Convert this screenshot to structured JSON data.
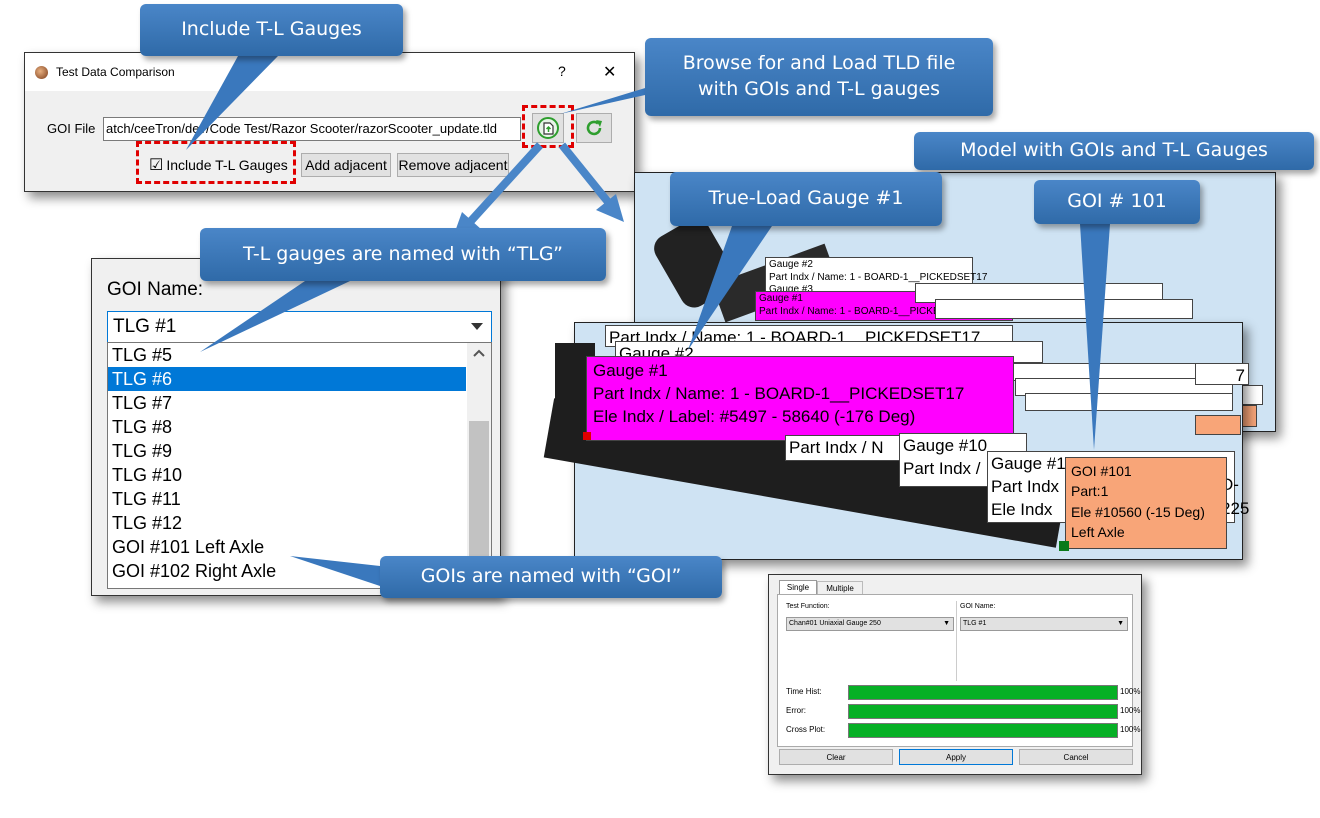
{
  "callouts": {
    "include_tl": "Include T-L Gauges",
    "browse_line1": "Browse for and Load TLD file",
    "browse_line2": "with GOIs and T-L gauges",
    "model": "Model with GOIs and T-L Gauges",
    "true_load": "True-Load Gauge #1",
    "goi101": "GOI # 101",
    "tl_named": "T-L gauges are named with “TLG”",
    "goi_named": "GOIs are named with “GOI”"
  },
  "dialog": {
    "title": "Test Data Comparison",
    "help": "?",
    "close": "✕",
    "goi_file_label": "GOI File",
    "goi_file_value": "atch/ceeTron/dev/Code Test/Razor Scooter/razorScooter_update.tld",
    "include_tl_label": "Include T-L Gauges",
    "include_checked": "☑",
    "add_adjacent": "Add adjacent",
    "remove_adjacent": "Remove adjacent"
  },
  "dropdown": {
    "label": "GOI Name:",
    "selected": "TLG #1",
    "items": [
      "TLG #5",
      "TLG #6",
      "TLG #7",
      "TLG #8",
      "TLG #9",
      "TLG #10",
      "TLG #11",
      "TLG #12",
      "GOI #101 Left Axle",
      "GOI #102 Right Axle"
    ],
    "highlighted_index": 1
  },
  "model_back": {
    "g2_l1": "Gauge #2",
    "g2_l2": "Part Indx / Name: 1 - BOARD-1__PICKEDSET17",
    "g2_l3": "Gauge #3",
    "g1_l1": "Gauge #1",
    "g1_l2": "Part Indx / Name: 1 - BOARD-1__PICKEDSET17"
  },
  "model_front": {
    "top_text": "Part Indx / Name: 1 - BOARD-1__PICKEDSET17",
    "gauge_peek": "Gauge #2",
    "g1_l1": "Gauge #1",
    "g1_l2": "Part Indx / Name: 1 - BOARD-1__PICKEDSET17",
    "g1_l3": "Ele Indx / Label: #5497 - 58640 (-176 Deg)",
    "p_a": "Part Indx / N",
    "g10": "Gauge #10",
    "p_b": "Part Indx /",
    "g11": "Gauge #1",
    "p_c": "Part Indx",
    "p_d": "Ele Indx",
    "trail1": "D-",
    "trail2": "225",
    "goi_l1": "GOI #101",
    "goi_l2": "Part:1",
    "goi_l3": "Ele #10560 (-15 Deg)",
    "goi_l4": "Left Axle",
    "right_peek": "7"
  },
  "panel": {
    "tabs": [
      "Single",
      "Multiple"
    ],
    "test_function_label": "Test Function:",
    "test_function_value": "Chan#01 Uniaxial Gauge 250",
    "goi_name_label": "GOI Name:",
    "goi_name_value": "TLG #1",
    "rows": [
      {
        "label": "Time Hist:",
        "pct": "100%",
        "value": 1.0
      },
      {
        "label": "Error:",
        "pct": "100%",
        "value": 1.0
      },
      {
        "label": "Cross Plot:",
        "pct": "100%",
        "value": 1.0
      }
    ],
    "buttons": [
      "Clear",
      "Apply",
      "Cancel"
    ]
  },
  "colors": {
    "callout": "#3c7bc0",
    "magenta": "#ff00ff",
    "goi_orange": "#f8a578",
    "progress_green": "#06b025",
    "selection_blue": "#0078d7",
    "model_bg": "#cfe3f3"
  }
}
